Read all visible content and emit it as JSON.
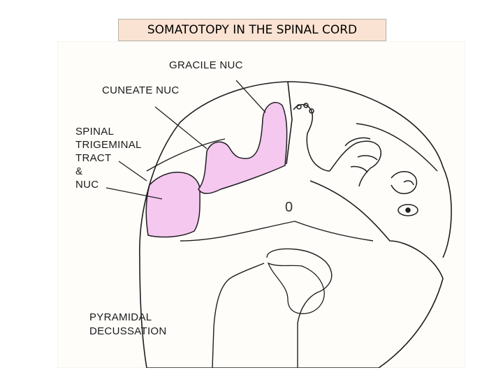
{
  "title": "SOMATOTOPY IN THE SPINAL CORD",
  "labels": {
    "gracile": "GRACILE NUC",
    "cuneate": "CUNEATE NUC",
    "spinal_1": "SPINAL",
    "spinal_2": "TRIGEMINAL",
    "spinal_3": "TRACT",
    "spinal_4": "&",
    "spinal_5": "NUC",
    "pyramidal_1": "PYRAMIDAL",
    "pyramidal_2": "DECUSSATION",
    "central": "0"
  },
  "colors": {
    "title_background": "#fbe3d3",
    "figure_background": "#fefdfa",
    "nucleus_fill": "#f5c8f0",
    "outline": "#1e1e1e",
    "pointer": "#222222"
  },
  "icons": [
    "foot-sketch",
    "hand-sketch",
    "face-sketch",
    "eye-sketch"
  ]
}
